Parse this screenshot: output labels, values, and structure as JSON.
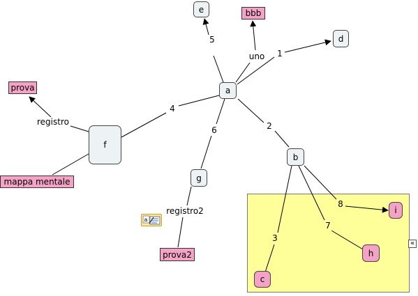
{
  "nodes": {
    "a": "a",
    "b": "b",
    "c": "c",
    "d": "d",
    "e": "e",
    "f": "f",
    "g": "g",
    "h": "h",
    "i": "i"
  },
  "tags": {
    "bbb": "bbb",
    "prova": "prova",
    "mappa_mentale": "mappa mentale",
    "prova2": "prova2"
  },
  "links": {
    "l1": "1",
    "l2": "2",
    "l3": "3",
    "l4": "4",
    "l5": "5",
    "l6": "6",
    "l7": "7",
    "l8": "8",
    "uno": "uno",
    "registro": "registro",
    "registro2": "registro2"
  },
  "icons": {
    "collapse": "collapse-group-icon",
    "resource": "resource-attachment-icon"
  },
  "colors": {
    "concept_fill": "#edf2f5",
    "pink_fill": "#f4a2c6",
    "group_fill": "#ffff99"
  }
}
